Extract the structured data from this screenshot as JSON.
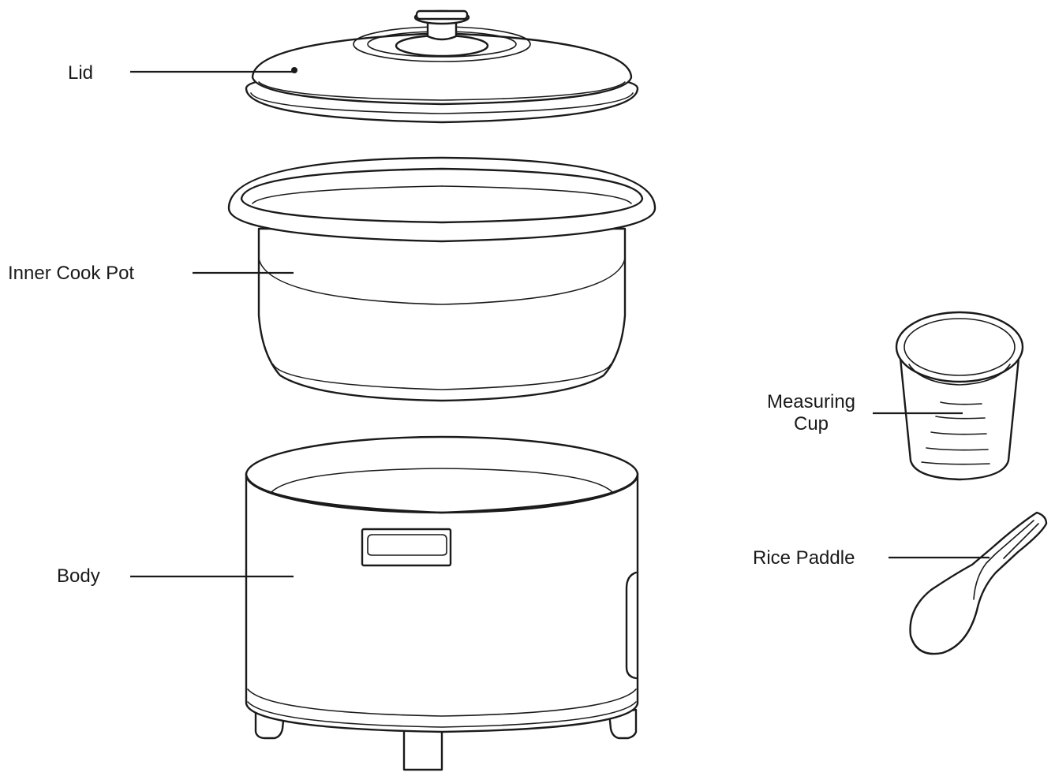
{
  "parts": {
    "lid": "Lid",
    "inner_cook_pot": "Inner Cook Pot",
    "body": "Body",
    "measuring_cup_line1": "Measuring",
    "measuring_cup_line2": "Cup",
    "rice_paddle": "Rice Paddle"
  }
}
